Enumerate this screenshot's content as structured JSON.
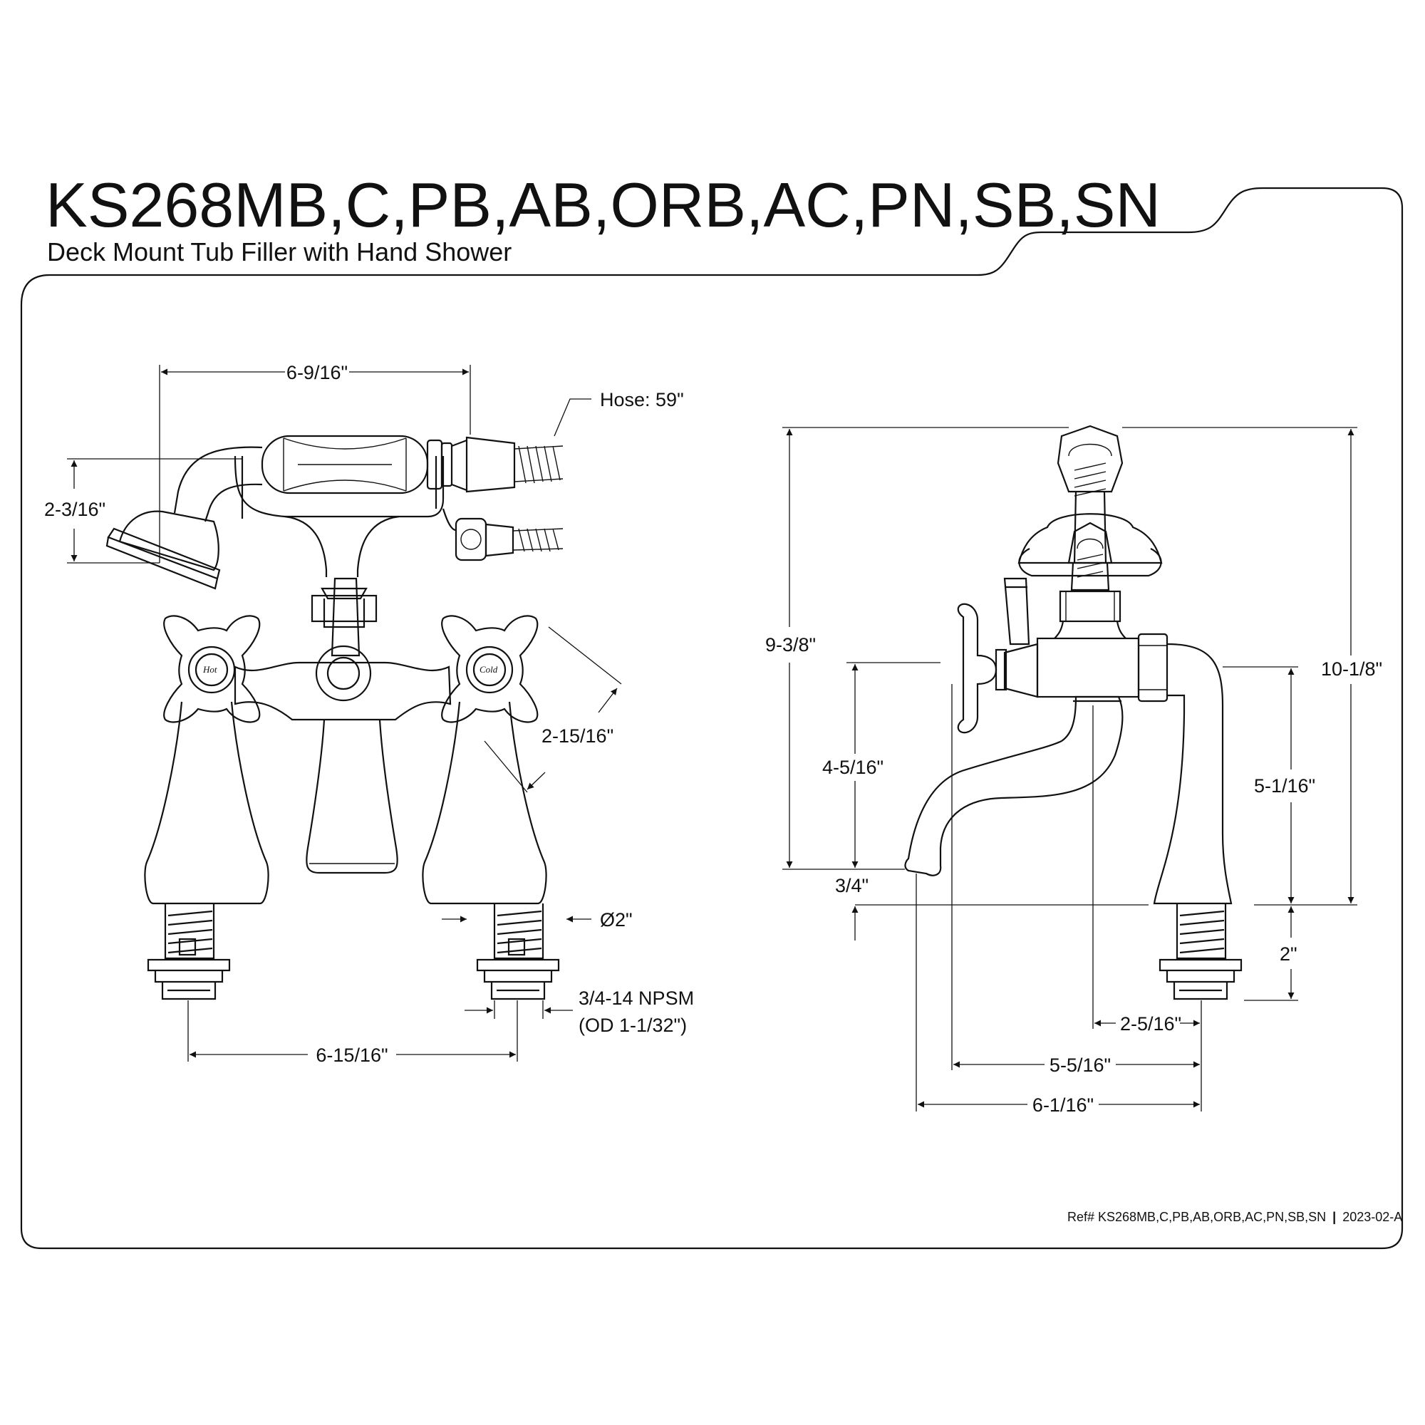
{
  "header": {
    "title": "KS268MB,C,PB,AB,ORB,AC,PN,SB,SN",
    "subtitle": "Deck Mount Tub Filler with Hand Shower"
  },
  "front_view": {
    "dims": {
      "top_width": "6-9/16\"",
      "hose": "Hose: 59\"",
      "shower_height": "2-3/16\"",
      "handle_span": "2-15/16\"",
      "diameter": "Ø2\"",
      "thread": "3/4-14 NPSM",
      "thread_od": "(OD 1-1/32\")",
      "center_spacing": "6-15/16\""
    },
    "handle_labels": {
      "hot": "Hot",
      "cold": "Cold"
    }
  },
  "side_view": {
    "dims": {
      "total_height": "9-3/8\"",
      "overall_height": "10-1/8\"",
      "spout_height": "4-5/16\"",
      "body_height": "5-1/16\"",
      "spout_drop": "3/4\"",
      "shank_length": "2\"",
      "spout_offset_a": "2-5/16\"",
      "spout_offset_b": "5-5/16\"",
      "spout_reach": "6-1/16\""
    }
  },
  "footer": {
    "ref": "Ref# KS268MB,C,PB,AB,ORB,AC,PN,SB,SN",
    "separator": "|",
    "revision": "2023-02-A"
  }
}
